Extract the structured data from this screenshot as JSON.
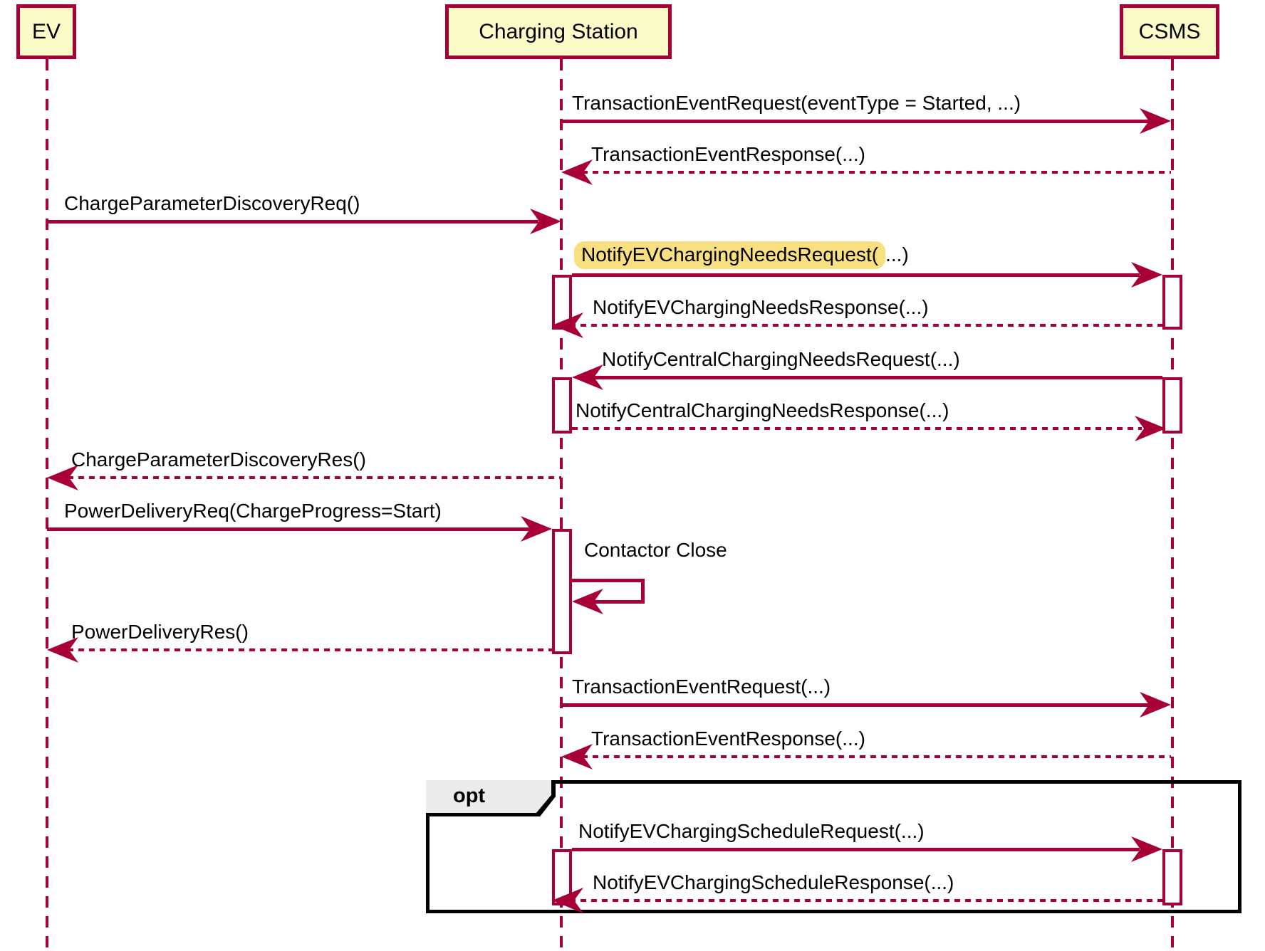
{
  "diagram": {
    "participants": [
      {
        "id": "ev",
        "label": "EV"
      },
      {
        "id": "cs",
        "label": "Charging Station"
      },
      {
        "id": "csms",
        "label": "CSMS"
      }
    ],
    "messages": [
      {
        "label": "TransactionEventRequest(eventType = Started, ...)",
        "from": "cs",
        "to": "csms",
        "style": "solid"
      },
      {
        "label": "TransactionEventResponse(...)",
        "from": "csms",
        "to": "cs",
        "style": "dashed"
      },
      {
        "label": "ChargeParameterDiscoveryReq()",
        "from": "ev",
        "to": "cs",
        "style": "solid"
      },
      {
        "label_highlight": "NotifyEVChargingNeedsRequest(",
        "label_rest": "...)",
        "from": "cs",
        "to": "csms",
        "style": "solid",
        "highlighted": true
      },
      {
        "label": "NotifyEVChargingNeedsResponse(...)",
        "from": "csms",
        "to": "cs",
        "style": "dashed"
      },
      {
        "label": "NotifyCentralChargingNeedsRequest(...)",
        "from": "csms",
        "to": "cs",
        "style": "solid"
      },
      {
        "label": "NotifyCentralChargingNeedsResponse(...)",
        "from": "cs",
        "to": "csms",
        "style": "dashed"
      },
      {
        "label": "ChargeParameterDiscoveryRes()",
        "from": "cs",
        "to": "ev",
        "style": "dashed"
      },
      {
        "label": "PowerDeliveryReq(ChargeProgress=Start)",
        "from": "ev",
        "to": "cs",
        "style": "solid"
      },
      {
        "label": "Contactor Close",
        "from": "cs",
        "to": "cs",
        "style": "self"
      },
      {
        "label": "PowerDeliveryRes()",
        "from": "cs",
        "to": "ev",
        "style": "dashed"
      },
      {
        "label": "TransactionEventRequest(...)",
        "from": "cs",
        "to": "csms",
        "style": "solid"
      },
      {
        "label": "TransactionEventResponse(...)",
        "from": "csms",
        "to": "cs",
        "style": "dashed"
      },
      {
        "label": "NotifyEVChargingScheduleRequest(...)",
        "from": "cs",
        "to": "csms",
        "style": "solid",
        "in_fragment": true
      },
      {
        "label": "NotifyEVChargingScheduleResponse(...)",
        "from": "csms",
        "to": "cs",
        "style": "dashed",
        "in_fragment": true
      }
    ],
    "fragment": {
      "operator": "opt"
    },
    "colors": {
      "line": "#A80036",
      "participant_fill": "#FBFBC8",
      "highlight": "#F8DF81",
      "fragment_border": "#000000",
      "fragment_label_fill": "#EBEBEB",
      "text": "#000000"
    }
  }
}
